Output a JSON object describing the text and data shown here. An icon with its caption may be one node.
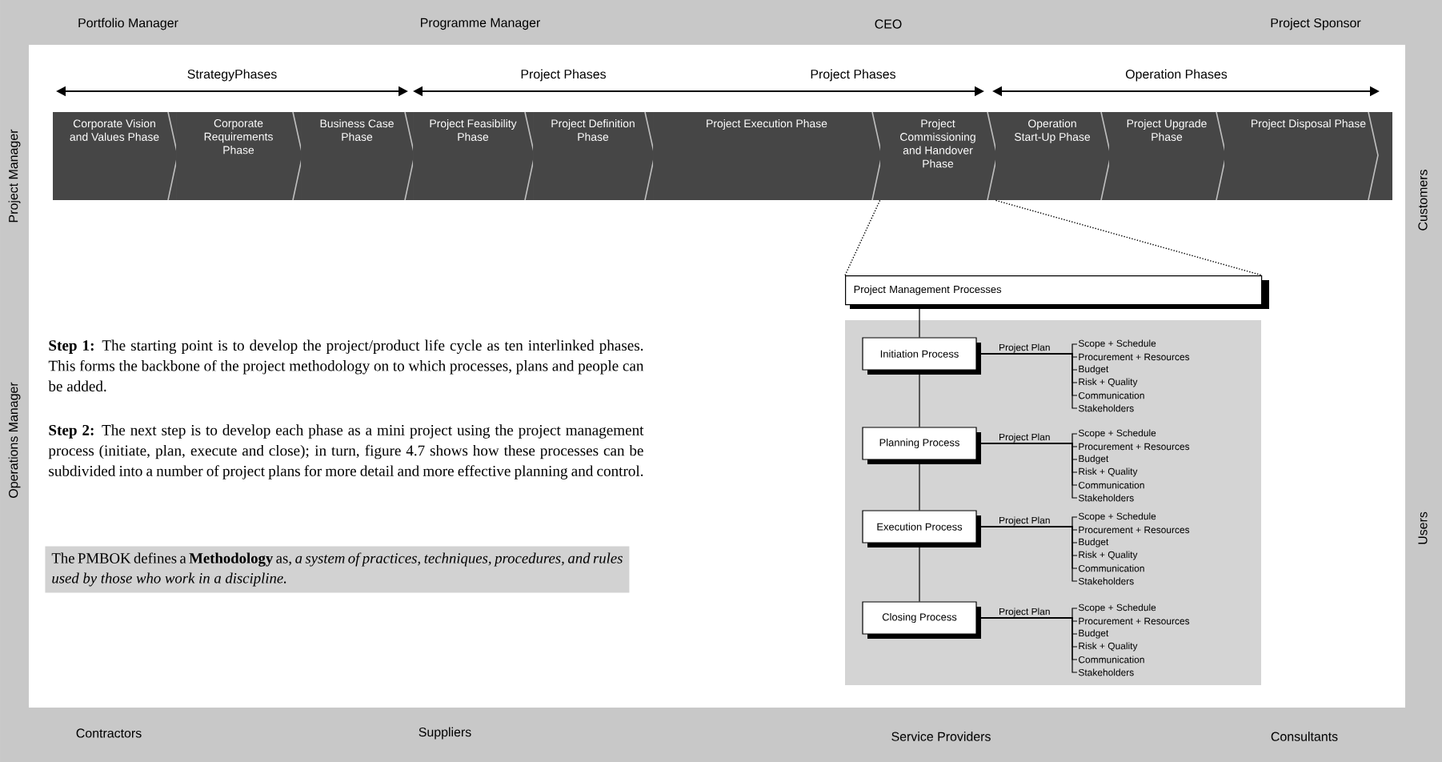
{
  "diagram": {
    "nodes": [
      {
        "text": [
          "Corporate Vision and Values Phase"
        ]
      },
      {
        "text": [
          "Corporate Requirements Phase"
        ]
      },
      {
        "text": [
          "Business Case Phase"
        ]
      },
      {
        "text": [
          "Project Feasibility Phase"
        ]
      },
      {
        "text": [
          "Project Definition Phase"
        ]
      },
      {
        "text": [
          "Project Execution Phase"
        ]
      },
      {
        "text": [
          "Project Commissioning and Handover Phase"
        ]
      },
      {
        "text": [
          "Operation Start-Up Phase"
        ]
      },
      {
        "text": [
          "Project Upgrade Phase"
        ]
      },
      {
        "text": [
          "Project Disposal Phase"
        ]
      },
      {
        "text": [
          "Project Management Processes"
        ]
      },
      {
        "text": [
          "Initiation Process"
        ]
      },
      {
        "text": [
          "Scope + Schedule"
        ]
      },
      {
        "text": [
          "Procurement + Resources"
        ]
      },
      {
        "text": [
          "Budget"
        ]
      },
      {
        "text": [
          "Risk + Quality"
        ]
      },
      {
        "text": [
          "Communication"
        ]
      },
      {
        "text": [
          "Stakeholders"
        ]
      },
      {
        "text": [
          "Planning Process"
        ]
      },
      {
        "text": [
          "Scope + Schedule"
        ]
      },
      {
        "text": [
          "Procurement + Resources"
        ]
      },
      {
        "text": [
          "Budget"
        ]
      },
      {
        "text": [
          "Risk + Quality"
        ]
      },
      {
        "text": [
          "Communication"
        ]
      },
      {
        "text": [
          "Stakeholders"
        ]
      },
      {
        "text": [
          "Execution Process"
        ]
      },
      {
        "text": [
          "Scope + Schedule"
        ]
      },
      {
        "text": [
          "Procurement + Resources"
        ]
      },
      {
        "text": [
          "Budget"
        ]
      },
      {
        "text": [
          "Risk + Quality"
        ]
      },
      {
        "text": [
          "Communication"
        ]
      },
      {
        "text": [
          "Stakeholders"
        ]
      },
      {
        "text": [
          "Closing Process"
        ]
      },
      {
        "text": [
          "Scope + Schedule"
        ]
      },
      {
        "text": [
          "Procurement + Resources"
        ]
      },
      {
        "text": [
          "Budget"
        ]
      },
      {
        "text": [
          "Risk + Quality"
        ]
      },
      {
        "text": [
          "Communication"
        ]
      },
      {
        "text": [
          "Stakeholders"
        ]
      }
    ],
    "edges": [
      {
        "from": 6,
        "to": 10,
        "arrow": "none",
        "style": "dashed"
      },
      {
        "from": 6,
        "to": 10,
        "arrow": "none",
        "style": "dashed"
      },
      {
        "from": 10,
        "to": 11,
        "arrow": "none"
      },
      {
        "from": 11,
        "to": 18,
        "arrow": "none"
      },
      {
        "from": 18,
        "to": 25,
        "arrow": "none"
      },
      {
        "from": 25,
        "to": 32,
        "arrow": "none"
      },
      {
        "from": 11,
        "to": 12,
        "arrow": "none",
        "label": "Project Plan"
      },
      {
        "from": 11,
        "to": 13,
        "arrow": "none"
      },
      {
        "from": 11,
        "to": 14,
        "arrow": "none"
      },
      {
        "from": 11,
        "to": 15,
        "arrow": "none"
      },
      {
        "from": 11,
        "to": 16,
        "arrow": "none"
      },
      {
        "from": 11,
        "to": 17,
        "arrow": "none"
      },
      {
        "from": 18,
        "to": 19,
        "arrow": "none",
        "label": "Project Plan"
      },
      {
        "from": 18,
        "to": 20,
        "arrow": "none"
      },
      {
        "from": 18,
        "to": 21,
        "arrow": "none"
      },
      {
        "from": 18,
        "to": 22,
        "arrow": "none"
      },
      {
        "from": 18,
        "to": 23,
        "arrow": "none"
      },
      {
        "from": 18,
        "to": 24,
        "arrow": "none"
      },
      {
        "from": 25,
        "to": 26,
        "arrow": "none",
        "label": "Project Plan"
      },
      {
        "from": 25,
        "to": 27,
        "arrow": "none"
      },
      {
        "from": 25,
        "to": 28,
        "arrow": "none"
      },
      {
        "from": 25,
        "to": 29,
        "arrow": "none"
      },
      {
        "from": 25,
        "to": 30,
        "arrow": "none"
      },
      {
        "from": 25,
        "to": 31,
        "arrow": "none"
      },
      {
        "from": 32,
        "to": 33,
        "arrow": "none",
        "label": "Project Plan"
      },
      {
        "from": 32,
        "to": 34,
        "arrow": "none"
      },
      {
        "from": 32,
        "to": 35,
        "arrow": "none"
      },
      {
        "from": 32,
        "to": 36,
        "arrow": "none"
      },
      {
        "from": 32,
        "to": 37,
        "arrow": "none"
      },
      {
        "from": 32,
        "to": 38,
        "arrow": "none"
      }
    ],
    "labels": [
      "Portfolio Manager",
      "Programme Manager",
      "CEO",
      "Project Sponsor",
      "StrategyPhases",
      "Project Phases",
      "Project Phases",
      "Operation Phases",
      "Project Manager",
      "Customers",
      "Operations Manager",
      "**Step 1:** The starting point is to develop the project/product life cycle as ten interlinked phases. This forms the backbone of the project methodology on to which processes, plans and people can be added.",
      "**Step 2:** The next step is to develop each phase as a mini project using the project management process (initiate, plan, execute and close); in turn, figure 4.7 shows how these processes can be subdivided into a number of project plans for more detail and more effective planning and control.",
      "The PMBOK defines a **Methodology** as, *a system of practices, techniques, procedures, and rules used by those who work in a discipline.*",
      "Users",
      "Contractors",
      "Suppliers",
      "Service Providers",
      "Consultants"
    ]
  }
}
